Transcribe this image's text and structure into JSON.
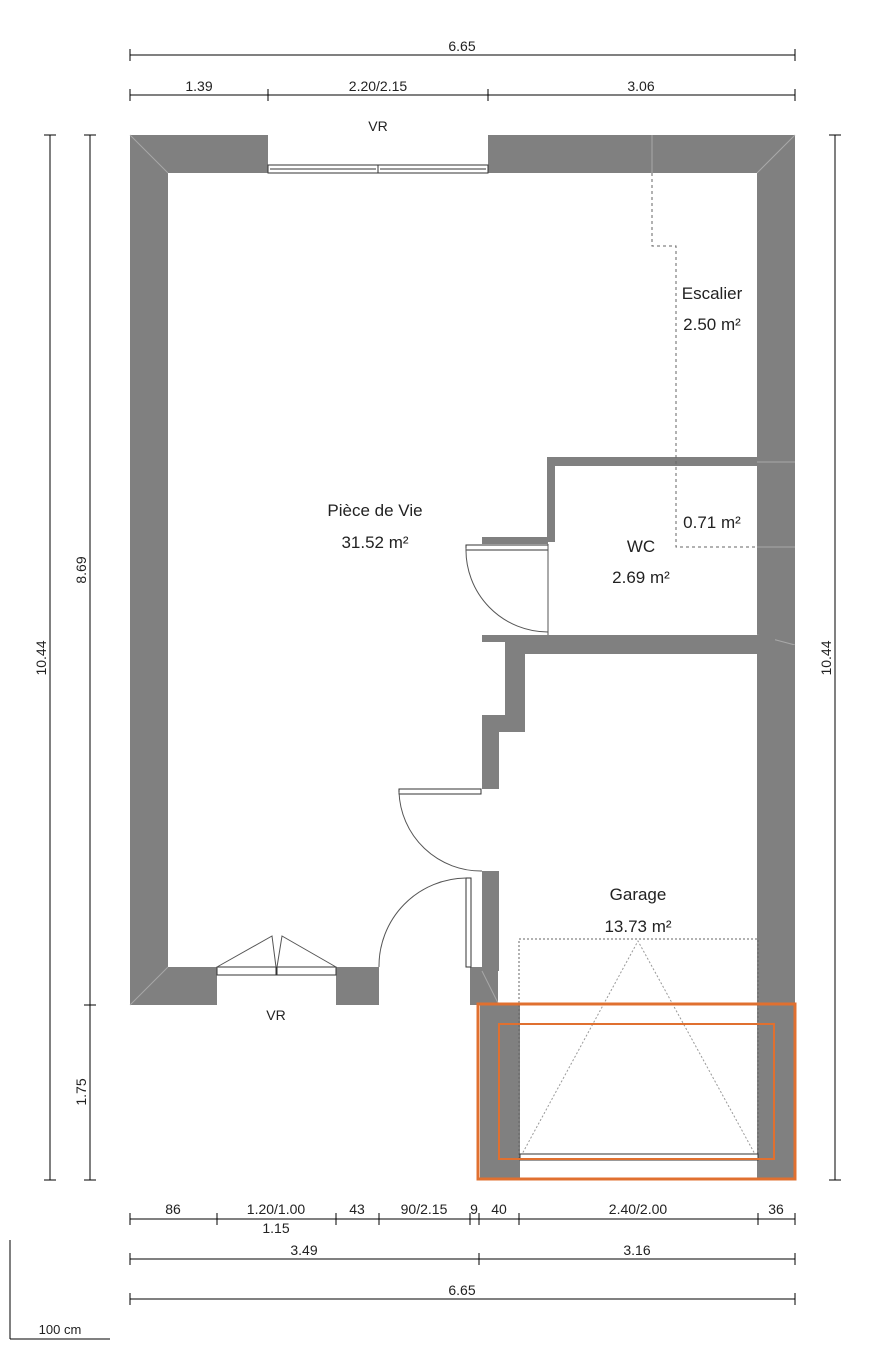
{
  "rooms": {
    "piece_de_vie": {
      "name": "Pièce de Vie",
      "area": "31.52 m²"
    },
    "escalier": {
      "name": "Escalier",
      "area": "2.50 m²"
    },
    "wc": {
      "name": "WC",
      "area": "2.69 m²"
    },
    "small_area": {
      "area": "0.71 m²"
    },
    "garage": {
      "name": "Garage",
      "area": "13.73 m²"
    }
  },
  "labels": {
    "vr_top": "VR",
    "vr_bottom": "VR"
  },
  "dimensions": {
    "top_total": "6.65",
    "top_segments": [
      "1.39",
      "2.20/2.15",
      "3.06"
    ],
    "left_total": "10.44",
    "left_main": "8.69",
    "left_bottom": "1.75",
    "right_total": "10.44",
    "bottom_segments": [
      "86",
      "1.20/1.00",
      "43",
      "90/2.15",
      "9",
      "40",
      "2.40/2.00",
      "36"
    ],
    "bottom_sub": "1.15",
    "bottom_mid": [
      "3.49",
      "3.16"
    ],
    "bottom_total": "6.65"
  },
  "scale": {
    "label": "100 cm"
  },
  "colors": {
    "wall": "#808080",
    "garage_highlight": "#e07030",
    "line": "#000000"
  }
}
